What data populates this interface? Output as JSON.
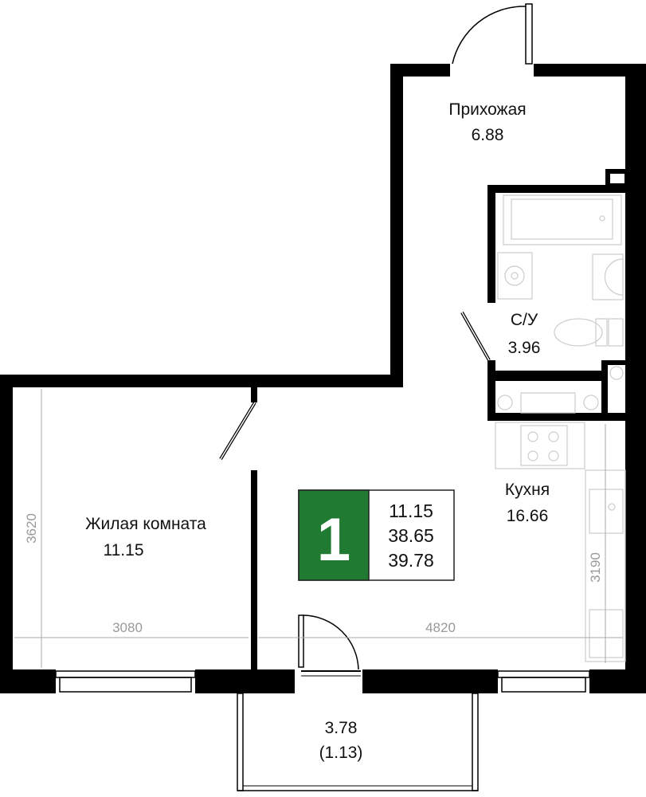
{
  "rooms": {
    "hall": {
      "name": "Прихожая",
      "area": "6.88"
    },
    "bathroom": {
      "name": "С/У",
      "area": "3.96"
    },
    "kitchen": {
      "name": "Кухня",
      "area": "16.66"
    },
    "living": {
      "name": "Жилая комната",
      "area": "11.15"
    },
    "balcony": {
      "area": "3.78",
      "area_reduced": "(1.13)"
    }
  },
  "badge": {
    "rooms_count": "1",
    "living_area": "11.15",
    "total_area": "38.65",
    "total_with_balcony": "39.78",
    "color": "#217a32"
  },
  "dimensions": {
    "living_height": "3620",
    "living_width": "3080",
    "kitchen_width": "4820",
    "kitchen_height": "3190"
  }
}
